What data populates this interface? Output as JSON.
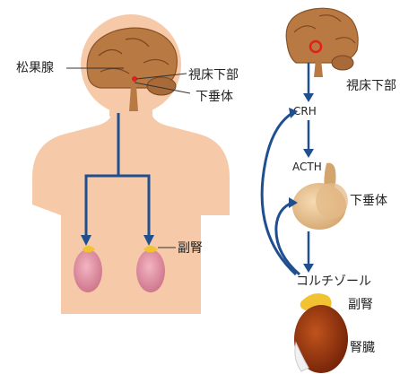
{
  "left_panel": {
    "labels": {
      "pineal": "松果腺",
      "hypothalamus": "視床下部",
      "pituitary": "下垂体",
      "adrenal": "副腎"
    }
  },
  "right_panel": {
    "labels": {
      "hypothalamus": "視床下部",
      "crh": "CRH",
      "acth": "ACTH",
      "pituitary": "下垂体",
      "cortisol": "コルチゾール",
      "adrenal": "副腎",
      "kidney": "腎臓"
    }
  },
  "colors": {
    "skin": "#f6c9a8",
    "brain": "#b87942",
    "arrow": "#1f4f8f",
    "adrenal_yellow": "#f1c232",
    "kidney_pink": "#d98a9c",
    "kidney_dark": "#8a2c0c",
    "pituitary_tan": "#e4b988",
    "highlight_red": "#e1201c"
  }
}
